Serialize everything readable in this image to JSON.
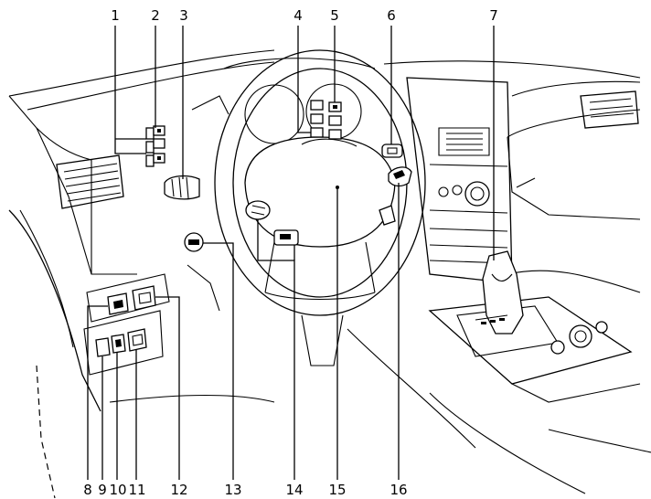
{
  "callouts": {
    "top": [
      "1",
      "2",
      "3",
      "4",
      "5",
      "6",
      "7"
    ],
    "bottom": [
      "8",
      "9",
      "10",
      "11",
      "12",
      "13",
      "14",
      "15",
      "16"
    ]
  }
}
